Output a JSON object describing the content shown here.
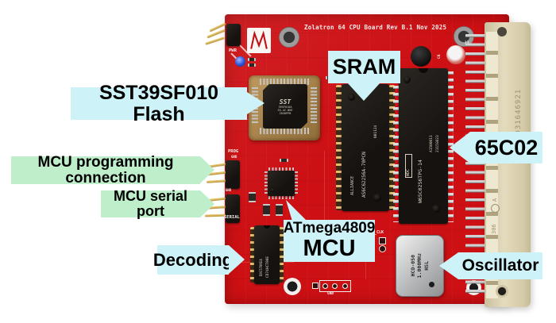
{
  "board": {
    "title": "Zolatron 64 CPU Board Rev B.1 Nov 2025",
    "silk": {
      "pwr": "PWR",
      "prog": "PROG",
      "prog_gnd": "GND",
      "serial_gnd": "GND",
      "serial": "SERIAL",
      "ext_clk": "Ext_CLK",
      "clk": "CLK",
      "clk_gnd": "GND",
      "gnd": "GND",
      "c6": "C6",
      "d13": "13"
    }
  },
  "components": {
    "flash": {
      "logo": "SST",
      "lines": [
        "39SF010A",
        "55-4C-NHE",
        "2030PPB"
      ]
    },
    "sram": {
      "brand": "ALLIANCE",
      "part": "AS6C62256A-70PCN",
      "lot": "N01124"
    },
    "cpu": {
      "logo": "WDC",
      "part": "W65C02S6TPG-14",
      "lot1": "A1500011",
      "lot2": "2115G023"
    },
    "decoder": {
      "line1": "D8C578KE4",
      "line2": "CD74HCT00E"
    },
    "oscillator": {
      "lines": [
        "HCO-050",
        "1.000MHz",
        "HSL"
      ]
    },
    "connector": {
      "serial": "9031646921",
      "mark_a": "A",
      "mark_306": "306"
    }
  },
  "callouts": [
    {
      "text": "SST39SF010 Flash",
      "color": "cyan"
    },
    {
      "text": "SRAM",
      "color": "cyan"
    },
    {
      "text": "MCU programming connection",
      "color": "green"
    },
    {
      "text": "MCU serial port",
      "color": "green"
    },
    {
      "text": "Decoding",
      "color": "cyan"
    },
    {
      "line1": "ATmega4809",
      "line2": "MCU",
      "color": "cyan"
    },
    {
      "text": "65C02",
      "color": "cyan"
    },
    {
      "text": "Oscillator",
      "color": "cyan"
    }
  ],
  "colors": {
    "board_red": "#cd1014",
    "callout_cyan": "#cdf2f7",
    "callout_green": "#bfeeca",
    "connector_beige": "#d9cfae",
    "socket_bronze": "#a8834e"
  }
}
